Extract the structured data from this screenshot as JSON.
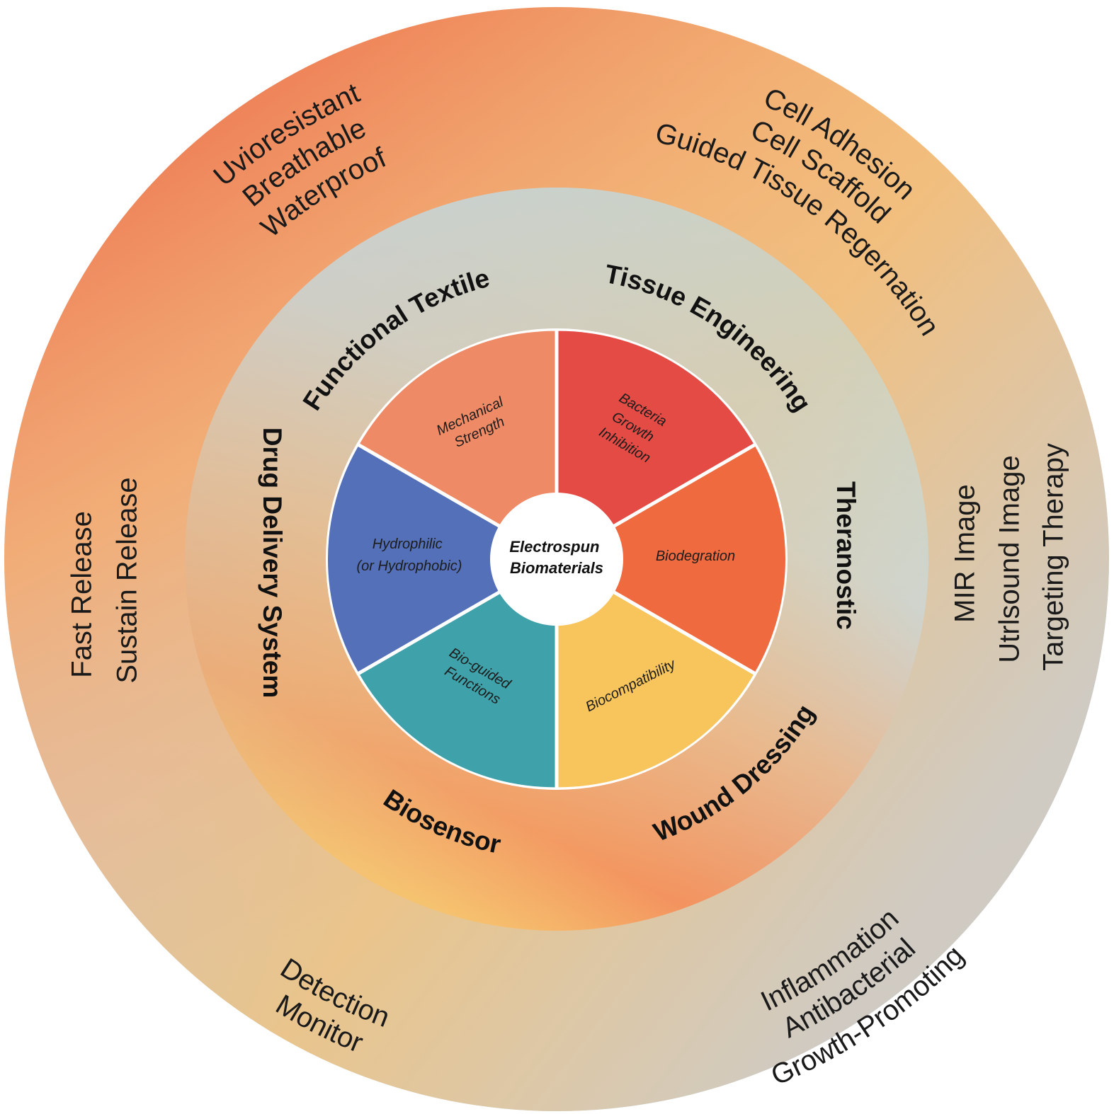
{
  "center": {
    "line1": "Electrospun",
    "line2": "Biomaterials"
  },
  "inner_segments": [
    {
      "lines": [
        "Mechanical",
        "Strength"
      ],
      "color": "#ef8a66"
    },
    {
      "lines": [
        "Bacteria",
        "Growth",
        "Inhibition"
      ],
      "color": "#e44b45"
    },
    {
      "lines": [
        "Biodegration"
      ],
      "color": "#ef6a3e"
    },
    {
      "lines": [
        "Biocompatibility"
      ],
      "color": "#f8c55c"
    },
    {
      "lines": [
        "Bio-guided",
        "Functions"
      ],
      "color": "#3fa1a9"
    },
    {
      "lines": [
        "Hydrophilic",
        "(or Hydrophobic)"
      ],
      "color": "#5470b8"
    }
  ],
  "applications": {
    "functional_textile": "Functional Textile",
    "tissue_engineering": "Tissue Engineering",
    "theranostic": "Theranostic",
    "wound_dressing": "Wound Dressing",
    "biosensor": "Biosensor",
    "drug_delivery": "Drug Delivery System"
  },
  "details": {
    "textile": [
      "Uvioresistant",
      "Breathable",
      "Waterproof"
    ],
    "tissue": [
      "Cell Adhesion",
      "Cell Scaffold",
      "Guided Tissue Regernation"
    ],
    "theranostic": [
      "MIR Image",
      "Utrlsound Image",
      "Targeting Therapy"
    ],
    "wound": [
      "Inflammation",
      "Antibacterial",
      "Growth-Promoting"
    ],
    "biosensor": [
      "Detection",
      "Monitor"
    ],
    "drug": [
      "Fast Release",
      "Sustain Release"
    ]
  },
  "colors": {
    "outer_orange": "#ee7d55",
    "outer_peach": "#f3c07a",
    "outer_blue": "#b3def0",
    "middle_blue": "#b8e2f4",
    "middle_orange": "#f3845c",
    "middle_yellow": "#f6c26e"
  }
}
